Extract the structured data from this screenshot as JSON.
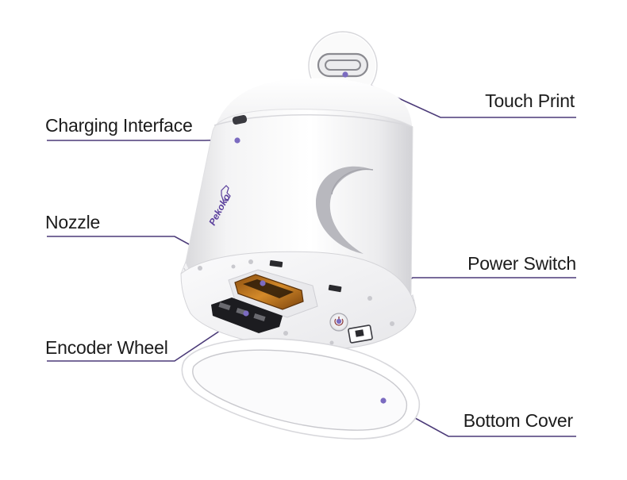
{
  "labels": {
    "charging_interface": "Charging Interface",
    "nozzle": "Nozzle",
    "encoder_wheel": "Encoder Wheel",
    "touch_print": "Touch Print",
    "power_switch": "Power Switch",
    "bottom_cover": "Bottom Cover"
  },
  "device": {
    "brand": "Pekoko"
  },
  "colors": {
    "leader_line": "#4b3a78",
    "dot": "#7b6bc0",
    "brand": "#5a3f9c",
    "nozzle_orange": "#c77b1c"
  }
}
